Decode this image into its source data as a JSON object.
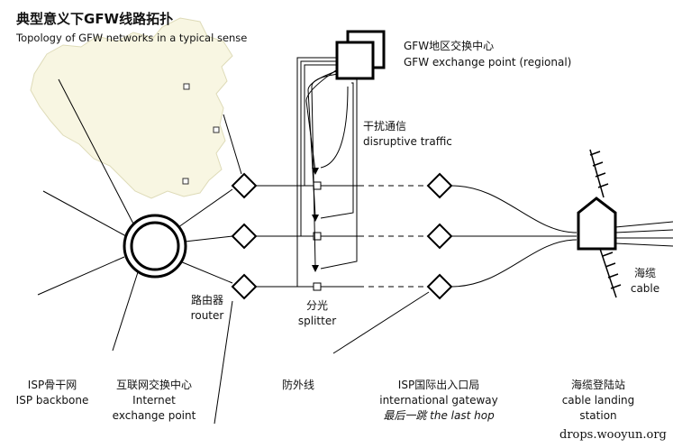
{
  "title": {
    "zh": "典型意义下GFW线路拓扑",
    "en": "Topology of GFW networks in a typical sense"
  },
  "gfw_exchange": {
    "zh": "GFW地区交换中心",
    "en": "GFW exchange point (regional)"
  },
  "disruptive": {
    "zh": "干扰通信",
    "en": "disruptive traffic"
  },
  "splitter": {
    "zh": "分光",
    "en": "splitter"
  },
  "router": {
    "zh": "路由器",
    "en": "router"
  },
  "cable": {
    "zh": "海缆",
    "en": "cable"
  },
  "columns": {
    "isp_backbone": {
      "zh": "ISP骨干网",
      "en": "ISP backbone"
    },
    "ix": {
      "zh": "互联网交换中心",
      "en_1": "Internet",
      "en_2": "exchange point"
    },
    "firewall": {
      "zh": "防外线"
    },
    "gateway": {
      "zh": "ISP国际出入口局",
      "en": "international gateway",
      "last_hop_zh": "最后一跳",
      "last_hop_en": "the last hop"
    },
    "landing": {
      "zh": "海缆登陆站",
      "en_1": "cable landing",
      "en_2": "station"
    }
  },
  "credit": "drops.wooyun.org",
  "colors": {
    "map_fill": "#f8f6e2",
    "map_stroke": "#dedbb8",
    "line": "#000000"
  }
}
